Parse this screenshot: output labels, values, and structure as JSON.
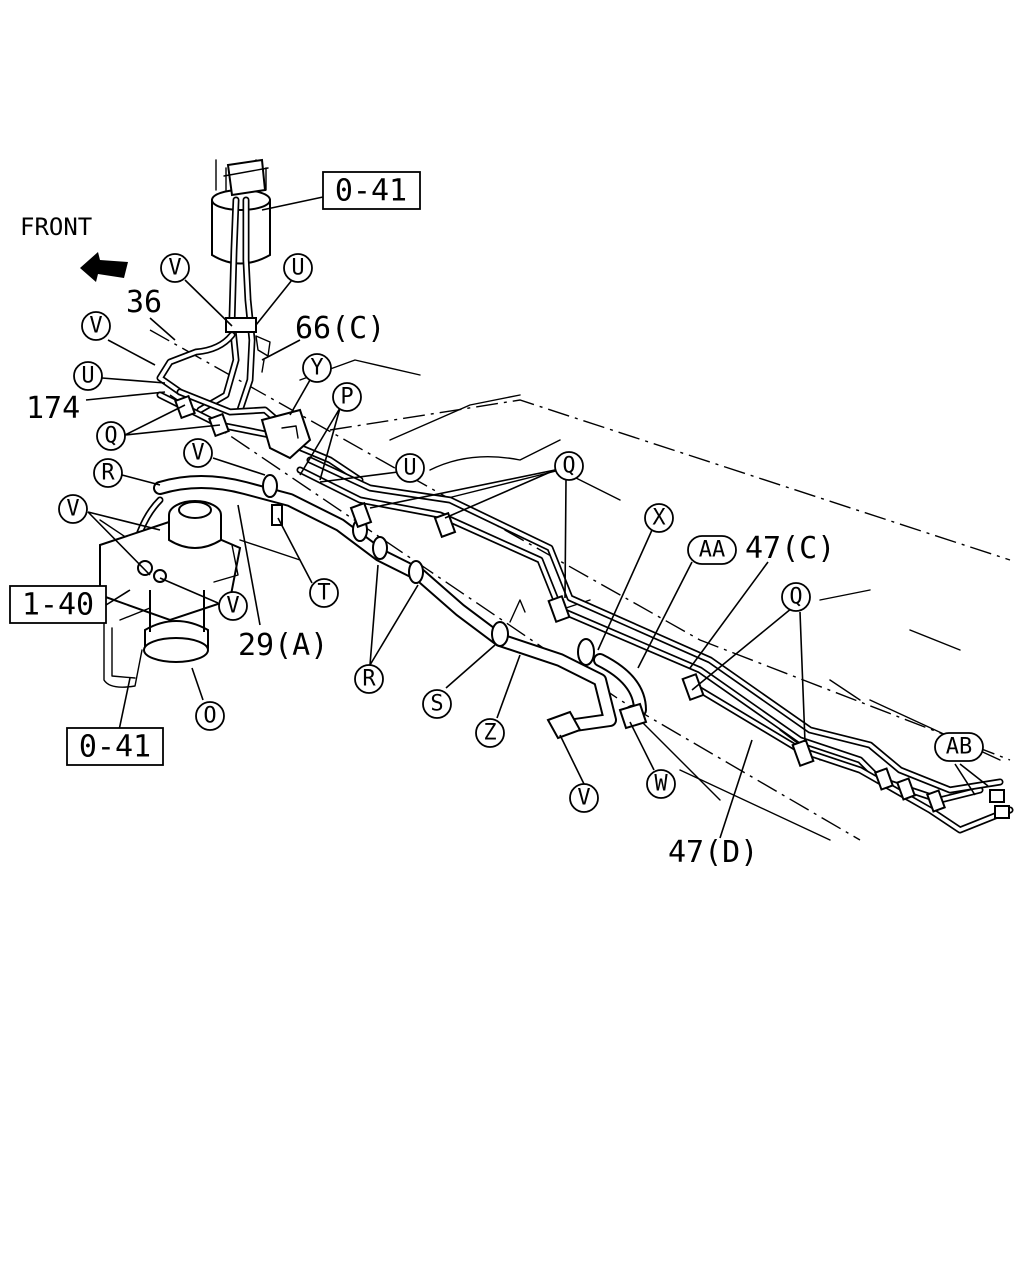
{
  "front_label": "FRONT",
  "refs": {
    "ref_0_41_top": "0-41",
    "ref_1_40": "1-40",
    "ref_0_41_bottom": "0-41"
  },
  "part_numbers": {
    "p36": "36",
    "p66c": "66(C)",
    "p174": "174",
    "p29a": "29(A)",
    "p47c": "47(C)",
    "p47d": "47(D)"
  },
  "callouts": {
    "v1": "V",
    "u1": "U",
    "v2": "V",
    "u2": "U",
    "y": "Y",
    "q1": "Q",
    "p": "P",
    "v3": "V",
    "r1": "R",
    "u3": "U",
    "q2": "Q",
    "v4": "V",
    "t": "T",
    "v5": "V",
    "x": "X",
    "aa": "AA",
    "q3": "Q",
    "r2": "R",
    "s": "S",
    "z": "Z",
    "o": "O",
    "v6": "V",
    "w": "W",
    "ab": "AB"
  }
}
